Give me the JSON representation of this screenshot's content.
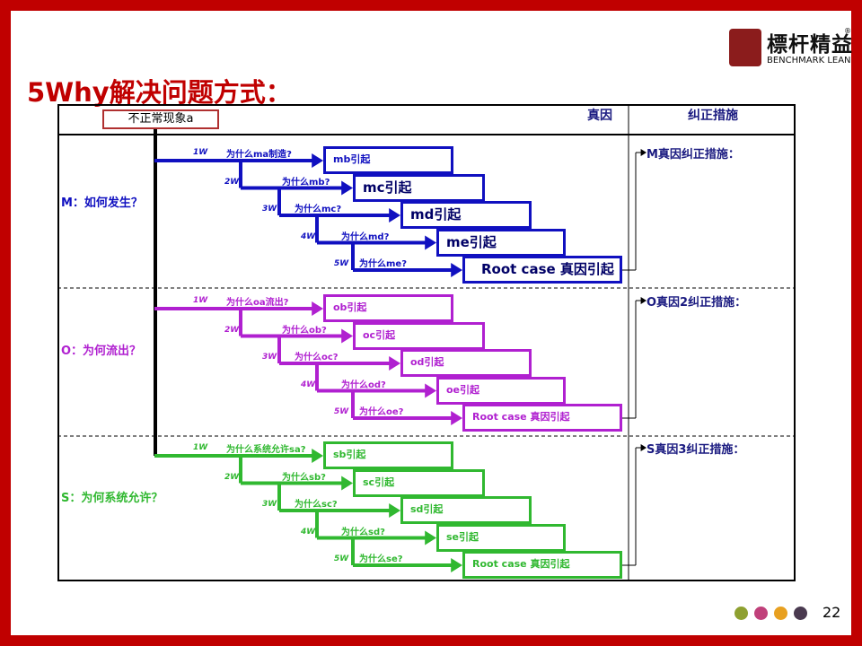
{
  "title": "5Why解决问题方式：",
  "logo": {
    "cn": "標杆精益",
    "en": "BENCHMARK LEAN",
    "reg": "®"
  },
  "header": {
    "root_cause": "真因",
    "correction": "纠正措施"
  },
  "phenomenon": "不正常现象a",
  "sections": [
    {
      "color": "#1010c0",
      "question": "M：如何发生？",
      "action": "M真因纠正措施：",
      "steps": [
        {
          "w": "1W",
          "why": "为什么ma制造?",
          "result": "mb引起"
        },
        {
          "w": "2W",
          "why": "为什么mb?",
          "result": "mc引起"
        },
        {
          "w": "3W",
          "why": "为什么mc?",
          "result": "md引起"
        },
        {
          "w": "4W",
          "why": "为什么md?",
          "result": "me引起"
        },
        {
          "w": "5W",
          "why": "为什么me?",
          "result": "Root case 真因引起"
        }
      ]
    },
    {
      "color": "#b020d0",
      "question": "O：为何流出？",
      "action": "O真因2纠正措施：",
      "steps": [
        {
          "w": "1W",
          "why": "为什么oa流出?",
          "result": "ob引起"
        },
        {
          "w": "2W",
          "why": "为什么ob?",
          "result": "oc引起"
        },
        {
          "w": "3W",
          "why": "为什么oc?",
          "result": "od引起"
        },
        {
          "w": "4W",
          "why": "为什么od?",
          "result": "oe引起"
        },
        {
          "w": "5W",
          "why": "为什么oe?",
          "result": "Root case 真因引起"
        }
      ]
    },
    {
      "color": "#30b830",
      "question": "S：为何系统允许？",
      "action": "S真因3纠正措施：",
      "steps": [
        {
          "w": "1W",
          "why": "为什么系统允许sa?",
          "result": "sb引起"
        },
        {
          "w": "2W",
          "why": "为什么sb?",
          "result": "sc引起"
        },
        {
          "w": "3W",
          "why": "为什么sc?",
          "result": "sd引起"
        },
        {
          "w": "4W",
          "why": "为什么sd?",
          "result": "se引起"
        },
        {
          "w": "5W",
          "why": "为什么se?",
          "result": "Root case 真因引起"
        }
      ]
    }
  ],
  "footer": {
    "dot_colors": [
      "#8ea030",
      "#c0407a",
      "#e8a020",
      "#4a3a50"
    ],
    "page": "22"
  }
}
